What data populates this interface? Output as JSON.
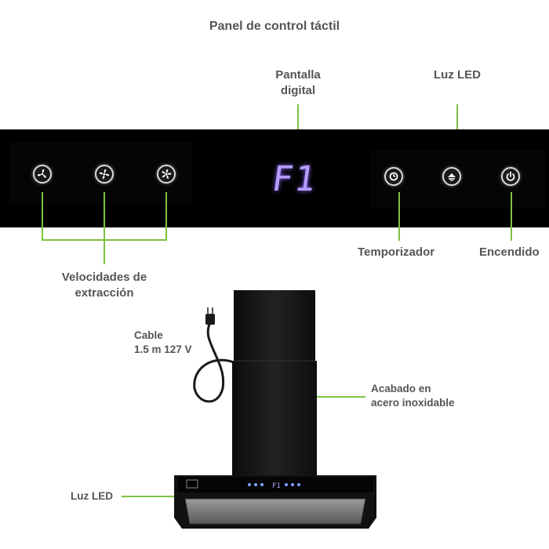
{
  "title": "Panel de control táctil",
  "display": {
    "label_line1": "Pantalla",
    "label_line2": "digital",
    "readout": "F1"
  },
  "led_top": {
    "label": "Luz LED"
  },
  "speeds": {
    "label_line1": "Velocidades de",
    "label_line2": "extracción"
  },
  "timer": {
    "label": "Temporizador"
  },
  "power": {
    "label": "Encendido"
  },
  "cable": {
    "label_line1": "Cable",
    "label_line2": "1.5 m 127 V"
  },
  "finish": {
    "label_line1": "Acabado en",
    "label_line2": "acero inoxidable"
  },
  "led_bottom": {
    "label": "Luz LED"
  },
  "hood_display": {
    "readout": "F1"
  },
  "icons": [
    "fan-low-icon",
    "fan-medium-icon",
    "fan-high-icon",
    "timer-icon",
    "light-icon",
    "power-icon"
  ],
  "colors": {
    "accent_line": "#7dc242",
    "display_glow": "#b59cff",
    "panel": "#000000"
  }
}
